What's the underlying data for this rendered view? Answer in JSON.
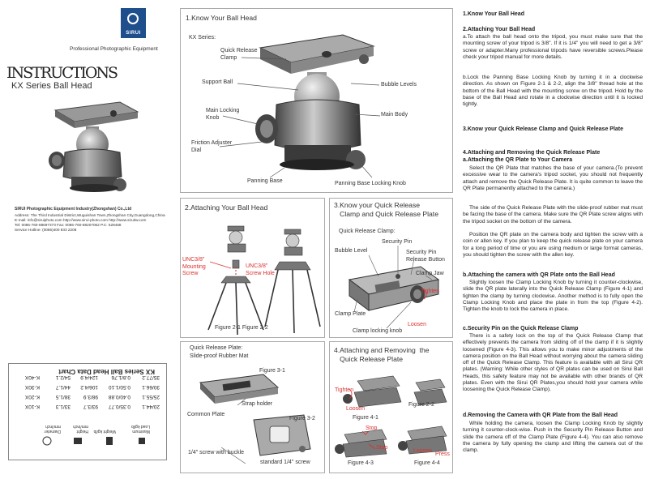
{
  "cover": {
    "brand": "SIRUI",
    "tagline": "Professional Photographic Equipment",
    "instructions": "INSTRUCTIONS",
    "series": "KX Series Ball Head",
    "company_name": "SIRUI Photographic Equipment Industry(Zhongshan) Co.,Ltd",
    "company_lines": [
      "Address: The Third Industrial District,Wuguishan Town,Zhongshan City,Guangdong,China",
      "E-mail: info@siruiphoto.com     http://www.sirui-photo.com  http://www.siruitw.com",
      "Tel: 0086-760-88697373    Fax: 0086-760-88207062    P.C: 528458",
      "Service Hotline: (0086)400 833 2208"
    ]
  },
  "data_chart": {
    "title": "KX Series Ball Head Data Chart",
    "headers": [
      "Diameter mm/inch",
      "Height mm/inch",
      "Weight kg/lb",
      "Maximum Load kg/lb"
    ],
    "rows": [
      [
        "K-10X",
        "33/1.3",
        "93/3.7",
        "0.35/0.77",
        "20/44.1"
      ],
      [
        "K-20X",
        "38/1.5",
        "98/3.9",
        "0.40/0.88",
        "25/55.1"
      ],
      [
        "K-30X",
        "44/1.7",
        "106/4.2",
        "0.50/1.10",
        "30/66.1"
      ],
      [
        "K-40X",
        "54/2.1",
        "124/4.9",
        "0.8/1.76",
        "35/77.2"
      ]
    ]
  },
  "panel1": {
    "title": "1.Know Your Ball Head",
    "subtitle": "KX Series:",
    "labels": {
      "qr_clamp": "Quick Release\nClamp",
      "support_ball": "Support Ball",
      "main_locking": "Main Locking\nKnob",
      "friction": "Friction Adjuster\nDial",
      "panning_base": "Panning Base",
      "bubble": "Bubble  Levels",
      "main_body": "Main Body",
      "panning_lock": "Panning Base Locking Knob"
    }
  },
  "panel2": {
    "title": "2.Attaching Your Ball Head",
    "unc38_mount": "UNC3/8\"\nMounting\nScrew",
    "unc38_hole": "UNC3/8\"\nScrew Hole",
    "caption": "Figure 2-1 Figure 2-2"
  },
  "panel3": {
    "title": "3.Know your Quick Release\n   Clamp and Quick Release Plate",
    "sub": "Quick Release Clamp:",
    "security_pin": "Security Pin",
    "bubble_level": "Bubble Level",
    "security_release": "Security Pin\nRelease Button",
    "clamp_jaw": "Clamp Jaw",
    "tighten": "Tighten",
    "clamp_plate": "Clamp Plate",
    "loosen": "Loosen",
    "clamp_locking": "Clamp locking knob"
  },
  "panel4": {
    "sub": "Quick Release Plate:",
    "sub2": "Slide-proof Rubber Mat",
    "fig31": "Figure 3-1",
    "strap": "Strap  holder",
    "common": "Common Plate",
    "fig32": "Figure 3-2",
    "screw_buckle": "1/4\" screw with buckle",
    "standard": "standard 1/4\" screw"
  },
  "panel5": {
    "title": "4.Attaching and Removing  the\n   Quick Release Plate",
    "tighten": "Tighten",
    "loosen": "Loosen",
    "fig41": "Figure 4-1",
    "fig42": "Figure 2-2",
    "stop1": "Stop",
    "stop2": "Stop",
    "loosen2": "Loosen",
    "press": "Press",
    "fig43": "Figure 4-3",
    "fig44": "Figure 4-4"
  },
  "text": {
    "h1": "1.Know Your Ball Head",
    "h2": "2.Attaching Your Ball Head",
    "p2a": "a.To attach the ball head onto the tripod, you must make sure that the mounting screw of your tripod is 3/8\". If it is 1/4\" you will need to get a 3/8\" screw or adapter.Many professional tripods have reversible screws.Please check your tripod manual for more details.",
    "p2b": "b.Lock the Panning Base Locking Knob by turning it in a clockwise direction. As shown on Figure 2-1 & 2-2, align the 3/8\" thread hole at the bottom of the Ball Head with the mounting screw on the tripod. Hold by the base of the Ball Head and rotate in a clockwise direction until it is locked tightly.",
    "h3": "3.Know your Quick Release Clamp and Quick Release Plate",
    "h4": "4.Attaching and Removing the Quick Release Plate",
    "h4a": "a.Attaching the QR Plate to Your Camera",
    "p4a1": "Select the QR Plate that matches the base of your camera.(To prevent excessive wear to the camera's tripod socket, you should not frequently attach and remove the Quick Release Plate. It is quite common to leave the QR Plate permanently attached to the camera.)",
    "p4a2": "The side of the Quick Release Plate with the slide-proof rubber mat must be facing the base of the camera. Make sure the QR Plate screw aligns with the tripod socket on the bottom of the camera.",
    "p4a3": "Position the QR plate on the camera body and tighten the screw with a coin or allen key. If you plan to keep the quick release plate on your camera for a long period of time or you are using medium or large format cameras, you should tighten the screw with the allen key.",
    "h4b": "b.Attaching the camera with QR Plate onto the Ball  Head",
    "p4b": "Slightly loosen the Clamp Locking Knob by turning it counter-clockwise, slide the QR plate laterally into the Quick Release Clamp (Figure 4-1) and tighten the clamp by turning clockwise. Another method is to fully open  the Clamp Locking Knob and place the plate in from the top (Figure 4-2). Tighten the knob to lock the camera in place.",
    "h4c": "c.Security Pin on the Quick Release Clamp",
    "p4c": "There is a safety lock on the top of the Quick Release Clamp that effectively prevents the camera from sliding off of the clamp if it is slightly loosened (Figure 4-3). This allows you to make minor adjustments of the camera position on the Ball Head without worrying about the camera sliding off of the Quick Release Clamp. This feature is available with all Sirui QR plates. (Warning: While other styles of QR plates can be used on Sirui Ball Heads, this safety feature may not be available with other brands of QR plates. Even with the Sirui QR Plates,you should hold your camera while loosening the Quick Release Clamp).",
    "h4d": "d.Removing the Camera with QR Plate from the Ball  Head",
    "p4d": "While holding the camera, loosen the Clamp Locking Knob by slightly turning it counter-clock-wise.  Push  in the Security Pin Release Button and slide the  camera off of the Clamp Plate (Figure 4-4). You can also remove the camera by fully opening the clamp and lifting the camera out of the clamp."
  }
}
